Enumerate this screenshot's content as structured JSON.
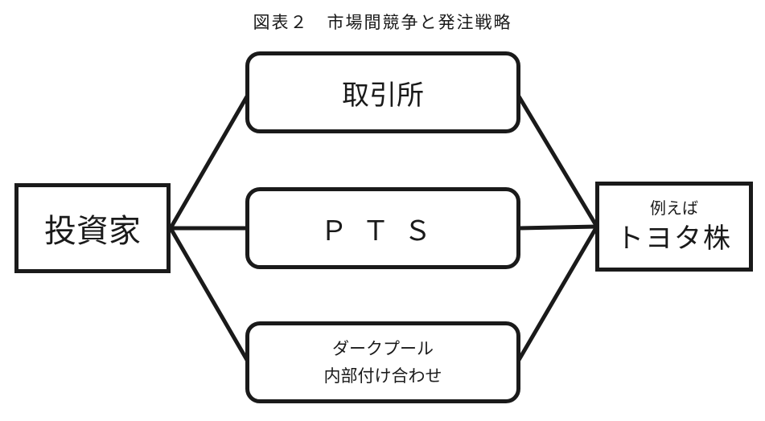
{
  "title": "図表２　市場間競争と発注戦略",
  "nodes": {
    "investor": "投資家",
    "exchange": "取引所",
    "pts": "ＰＴＳ",
    "dark_pool": {
      "line1": "ダークプール",
      "line2": "内部付け合わせ"
    },
    "example": {
      "line1": "例えば",
      "line2": "トヨタ株"
    }
  },
  "colors": {
    "stroke": "#1a1a1a",
    "background": "#ffffff"
  }
}
